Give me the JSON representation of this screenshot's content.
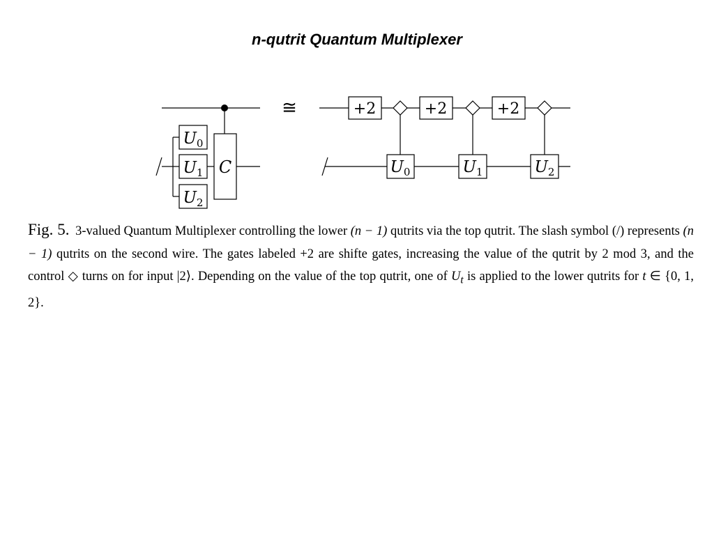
{
  "slide": {
    "title": "n-qutrit Quantum Multiplexer"
  },
  "diagram": {
    "left": {
      "gates": [
        {
          "base": "U",
          "sub": "0"
        },
        {
          "base": "U",
          "sub": "1"
        },
        {
          "base": "U",
          "sub": "2"
        }
      ],
      "controlled_box": "C"
    },
    "equivalence_symbol": "≅",
    "right": {
      "shift_gate_label": "+2",
      "shift_gates": [
        "+2",
        "+2",
        "+2"
      ],
      "target_gates": [
        {
          "base": "U",
          "sub": "0"
        },
        {
          "base": "U",
          "sub": "1"
        },
        {
          "base": "U",
          "sub": "2"
        }
      ]
    }
  },
  "caption": {
    "figure_label": "Fig. 5.",
    "parts": [
      " 3-valued Quantum Multiplexer controlling the lower ",
      "(n − 1)",
      " qutrits via the top qutrit. The slash symbol (/) represents ",
      "(n − 1)",
      " qutrits on the second wire. The gates labeled +2 are shifte gates, increasing the value of the qutrit by 2 mod 3, and the control ◇ turns on for input |2⟩. Depending on the value of the top qutrit, one of ",
      "U",
      "t",
      " is applied to the lower qutrits for ",
      "t",
      " ∈ {0, 1, 2}."
    ]
  }
}
